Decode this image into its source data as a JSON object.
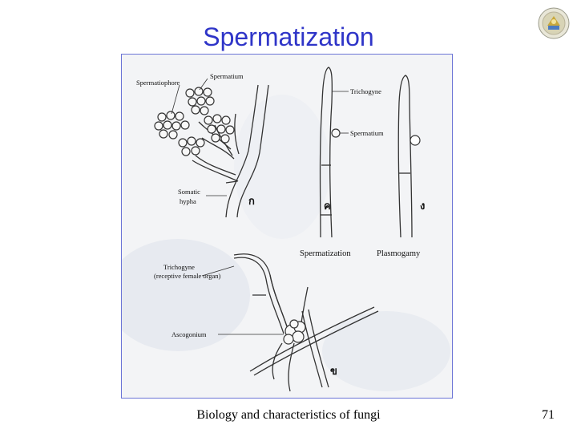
{
  "slide": {
    "title": "Spermatization",
    "footer": "Biology and characteristics of fungi",
    "page_number": "71"
  },
  "figure": {
    "labels": {
      "spermatium_a": "Spermatium",
      "spermatiophore": "Spermatiophore",
      "somatic": "Somatic",
      "hypha": "hypha",
      "panel_a": "ก",
      "trichogyne": "Trichogyne",
      "spermatium_b": "Spermatium",
      "panel_c": "ค",
      "panel_d": "ง",
      "spermatization": "Spermatization",
      "plasmogamy": "Plasmogamy",
      "trichogyne_female": "Trichogyne",
      "receptive": "(receptive female organ)",
      "ascogonium": "Ascogonium",
      "panel_b": "ข"
    }
  }
}
